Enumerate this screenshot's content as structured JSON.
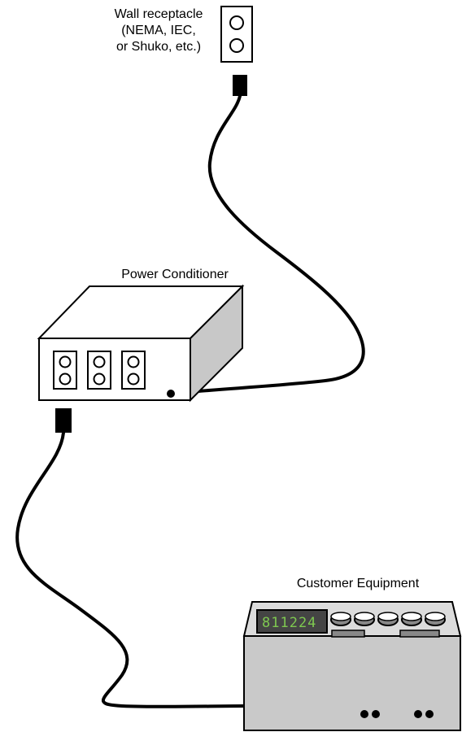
{
  "labels": {
    "wall_receptacle": [
      "Wall receptacle",
      "(NEMA, IEC,",
      "or Shuko, etc.)"
    ],
    "power_conditioner": "Power Conditioner",
    "customer_equipment": "Customer Equipment"
  },
  "equipment_display": "811224",
  "colors": {
    "equipment_body": "#c9c9c9",
    "equipment_top": "#dcdcdc",
    "display_bg": "#444444",
    "display_digits": "#7ec850",
    "conditioner_side": "#c8c8c8"
  }
}
